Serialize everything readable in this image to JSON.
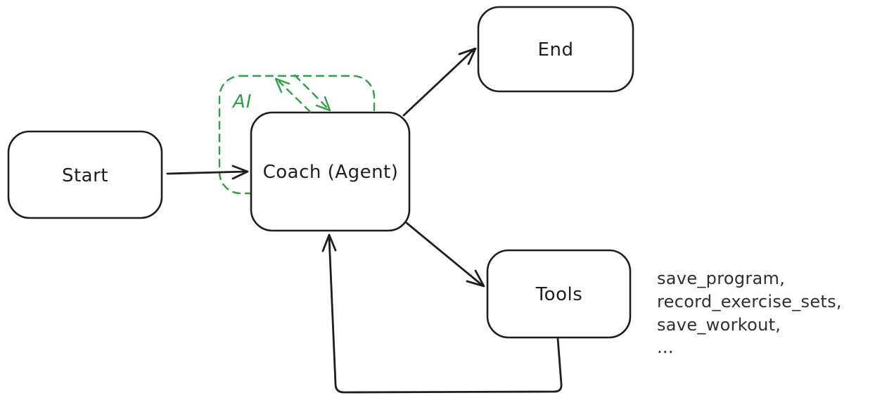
{
  "diagram": {
    "title": "agent-flowchart",
    "nodes": {
      "start": {
        "label": "Start"
      },
      "coach": {
        "label": "Coach (Agent)"
      },
      "end": {
        "label": "End"
      },
      "tools": {
        "label": "Tools"
      }
    },
    "ai_group": {
      "label": "AI"
    },
    "tool_annotations": [
      "save_program,",
      "record_exercise_sets,",
      "save_workout,",
      "..."
    ],
    "edges": [
      {
        "from": "start",
        "to": "coach"
      },
      {
        "from": "coach",
        "to": "end"
      },
      {
        "from": "coach",
        "to": "tools"
      },
      {
        "from": "tools",
        "to": "coach",
        "style": "loop"
      },
      {
        "from": "coach",
        "to": "coach",
        "style": "green-dashed-self-loop"
      }
    ],
    "colors": {
      "stroke": "#1e1e1e",
      "accent_green": "#2f9e44",
      "annotation_text": "#2b3036",
      "background": "#ffffff"
    }
  }
}
